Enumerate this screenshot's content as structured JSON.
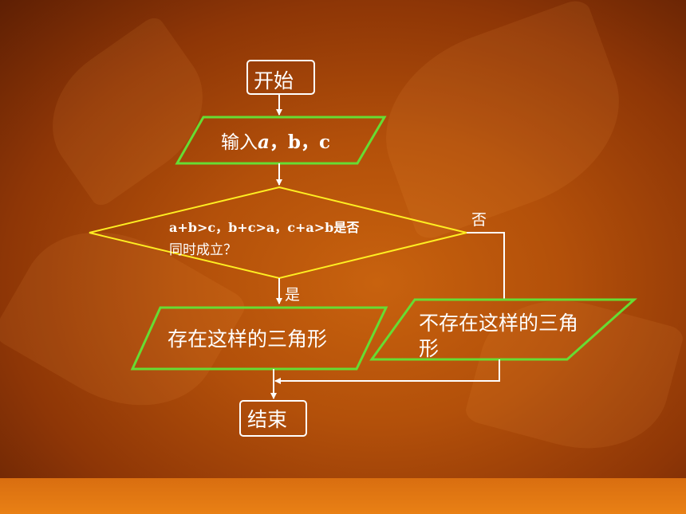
{
  "flowchart": {
    "start": "开始",
    "input": {
      "prefix": "输入",
      "a": "a",
      "rest": "，b，c"
    },
    "decision": {
      "line1": "a+b>c，b+c>a，c+a>b是否",
      "line2": "同时成立？"
    },
    "yes_label": "是",
    "no_label": "否",
    "output_yes": "存在这样的三角形",
    "output_no": {
      "line1": "不存在这样的三角",
      "line2": "形"
    },
    "end": "结束"
  },
  "colors": {
    "parallelogram_border": "#66dd33",
    "decision_border": "#ffee22",
    "terminal_border": "#ffffff",
    "arrow": "#ffffff",
    "text": "#ffffff"
  }
}
